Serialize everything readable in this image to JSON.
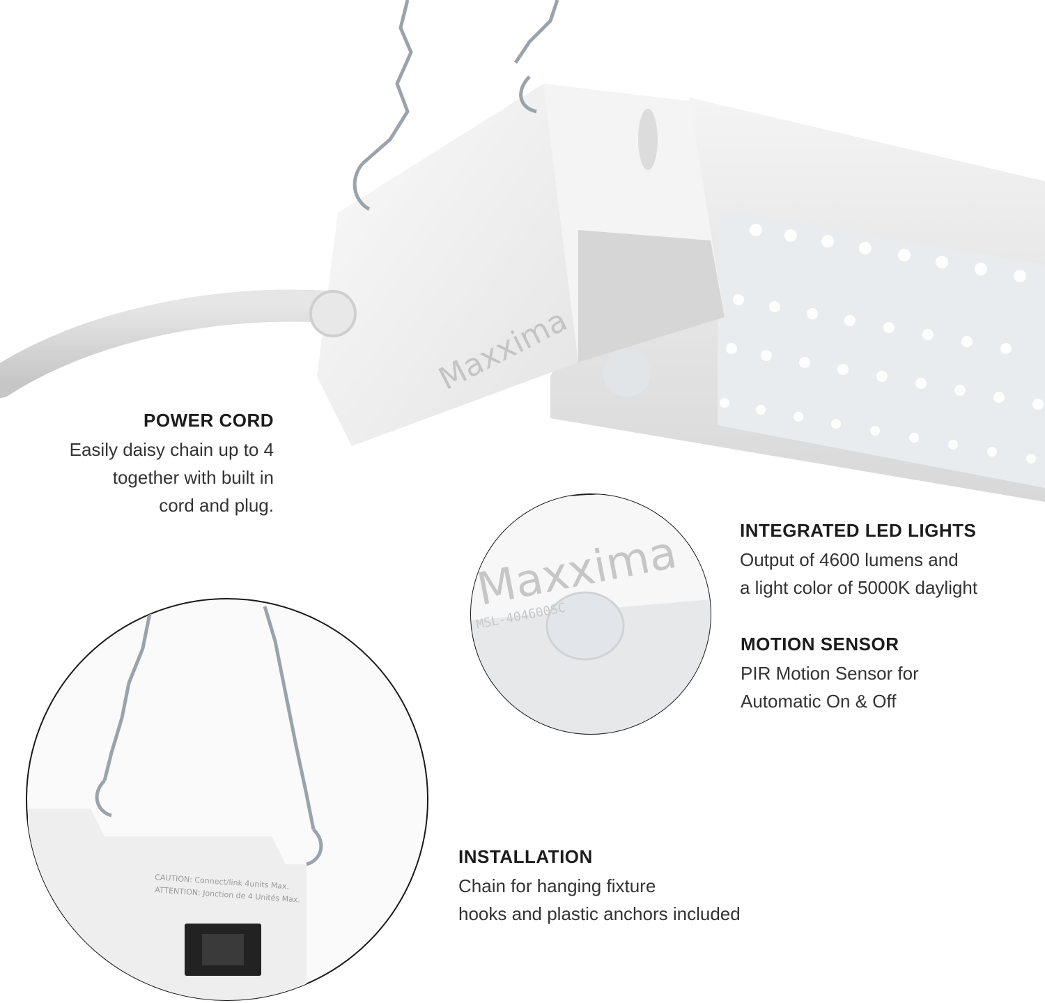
{
  "colors": {
    "fixture_white": "#f2f2f2",
    "fixture_shadow": "#cfcfcf",
    "cord_gray": "#d9d9d9",
    "chain_metal": "#9aa3ab",
    "led_glow": "#ffffff",
    "text_dark": "#1c1c1c",
    "text_body": "#333333"
  },
  "fixture": {
    "brand": "Maxxima",
    "model": "MSL-404600SC",
    "caution_label": "CAUTION: Connect/link 4units Max.",
    "attention_label": "ATTENTION: Jonction de 4 Unités Max."
  },
  "callouts": {
    "power_cord": {
      "title": "POWER CORD",
      "lines": [
        "Easily daisy chain up to 4",
        "together with built in",
        "cord and plug."
      ]
    },
    "led_lights": {
      "title": "INTEGRATED LED LIGHTS",
      "lines": [
        "Output of 4600 lumens and",
        "a light color of 5000K daylight"
      ]
    },
    "motion_sensor": {
      "title": "MOTION SENSOR",
      "lines": [
        "PIR Motion Sensor for",
        "Automatic On & Off"
      ]
    },
    "installation": {
      "title": "INSTALLATION",
      "lines": [
        "Chain for hanging fixture",
        "hooks and plastic anchors included"
      ]
    }
  }
}
